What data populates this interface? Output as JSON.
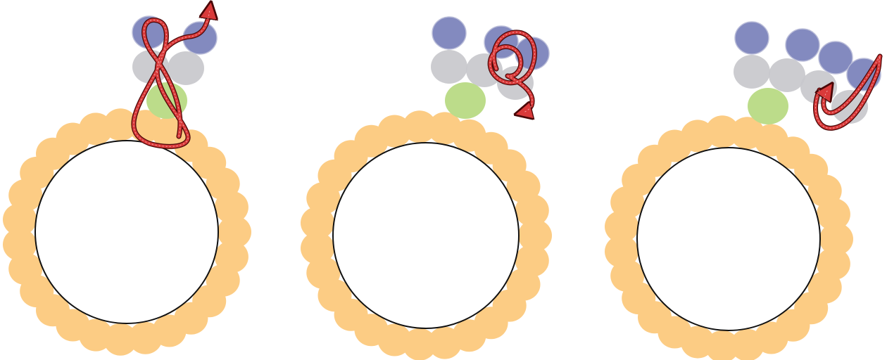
{
  "colors": {
    "background": "#ffffff",
    "bead": "#fccc84",
    "core_fill": "#ffffff",
    "core_stroke": "#111111",
    "green_subunit": "#bcdc8a",
    "gray_subunit": "#c8c8cc",
    "blue_subunit": "#7d84bc",
    "strand_fill": "#d93a3a",
    "strand_edge": "#4a0606"
  },
  "panels": [
    {
      "stage": 1,
      "strand_shape": "figure-eight loop",
      "arrowhead": "up"
    },
    {
      "stage": 2,
      "strand_shape": "spiral coil",
      "arrowhead": "down"
    },
    {
      "stage": 3,
      "strand_shape": "hairpin loop",
      "arrowhead": "up-right"
    }
  ]
}
